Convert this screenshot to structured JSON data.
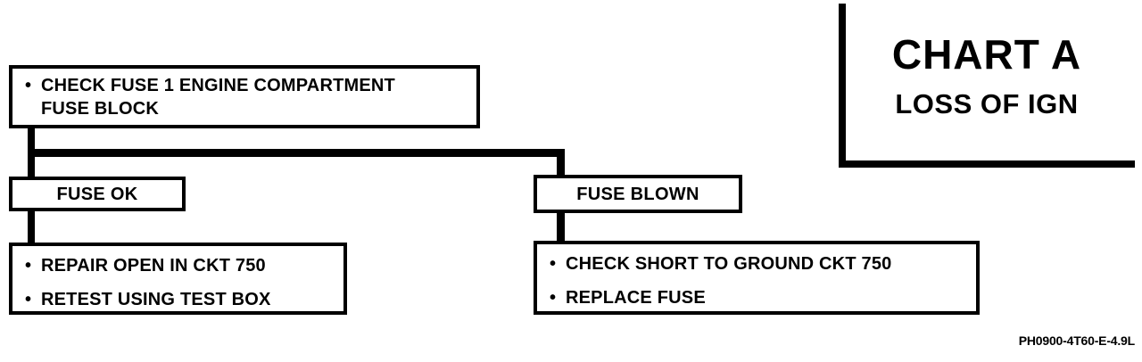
{
  "title_block": {
    "main": "CHART A",
    "subtitle": "LOSS OF IGN"
  },
  "footer": {
    "code": "PH0900-4T60-E-4.9L"
  },
  "nodes": {
    "check_fuse": {
      "bullets": [
        "CHECK FUSE 1 ENGINE COMPARTMENT\nFUSE BLOCK"
      ],
      "bullet_glyph": "•"
    },
    "fuse_ok": {
      "label": "FUSE OK"
    },
    "fuse_blown": {
      "label": "FUSE BLOWN"
    },
    "repair_open": {
      "bullets": [
        "REPAIR OPEN IN CKT 750",
        "RETEST USING TEST BOX"
      ],
      "bullet_glyph": "•"
    },
    "check_short": {
      "bullets": [
        "CHECK SHORT TO GROUND CKT 750",
        "REPLACE FUSE"
      ],
      "bullet_glyph": "•"
    }
  },
  "chart_data": {
    "type": "diagram",
    "title": "CHART A",
    "subtitle": "LOSS OF IGN",
    "flow": [
      {
        "id": "check_fuse",
        "text": "CHECK FUSE 1 ENGINE COMPARTMENT FUSE BLOCK",
        "branches": [
          "fuse_ok",
          "fuse_blown"
        ]
      },
      {
        "id": "fuse_ok",
        "text": "FUSE OK",
        "next": "repair_open"
      },
      {
        "id": "fuse_blown",
        "text": "FUSE BLOWN",
        "next": "check_short"
      },
      {
        "id": "repair_open",
        "text": "REPAIR OPEN IN CKT 750 / RETEST USING TEST BOX"
      },
      {
        "id": "check_short",
        "text": "CHECK SHORT TO GROUND CKT 750 / REPLACE FUSE"
      }
    ]
  },
  "colors": {
    "ink": "#000000",
    "paper": "#ffffff"
  }
}
